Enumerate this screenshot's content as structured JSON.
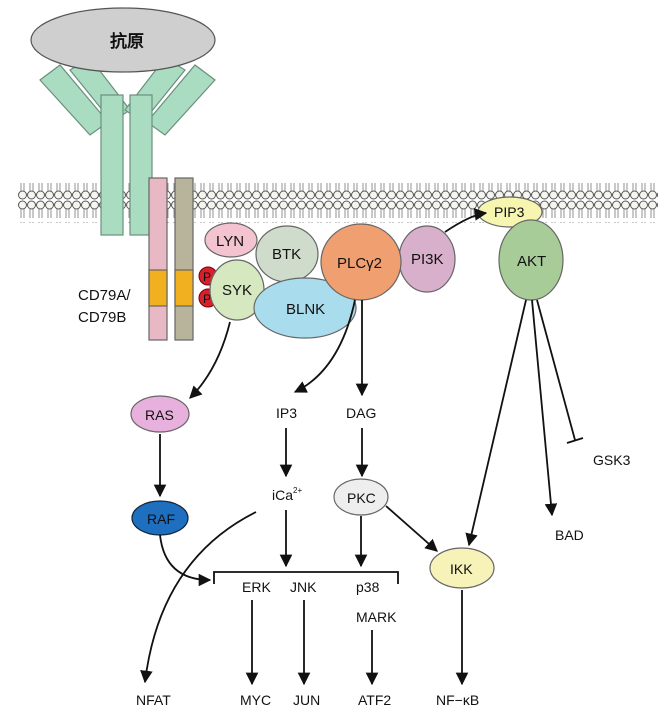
{
  "antigen": {
    "label": "抗原"
  },
  "receptor": {
    "label_line1": "CD79A/",
    "label_line2": "CD79B"
  },
  "phospho": {
    "p1": "P",
    "p2": "P"
  },
  "nodes": {
    "lyn": "LYN",
    "btk": "BTK",
    "syk": "SYK",
    "blnk": "BLNK",
    "plcg2": "PLCγ2",
    "pi3k": "PI3K",
    "pip3": "PIP3",
    "akt": "AKT",
    "ras": "RAS",
    "raf": "RAF",
    "pkc": "PKC",
    "ikk": "IKK"
  },
  "labels": {
    "ip3": "IP3",
    "dag": "DAG",
    "ica": "iCa",
    "ica_sup": "2+",
    "gsk3": "GSK3",
    "bad": "BAD",
    "erk": "ERK",
    "jnk": "JNK",
    "p38": "p38",
    "mark": "MARK",
    "nfat": "NFAT",
    "myc": "MYC",
    "jun": "JUN",
    "atf2": "ATF2",
    "nfkb": "NF−κB"
  },
  "colors": {
    "antigen": "#c8c8c8",
    "antibody": "#a9dcc0",
    "membrane_head": "#f6f6f0",
    "lyn": "#f3c3cf",
    "btk": "#cfdccb",
    "syk": "#d6e8c0",
    "blnk": "#a9dcec",
    "plcg2": "#f0a070",
    "pi3k": "#d8b0cc",
    "pip3": "#f6f6b0",
    "akt": "#a8cc98",
    "ras": "#e8b0dc",
    "raf": "#1e6fc0",
    "pkc": "#eeeeee",
    "ikk": "#f6f2b8",
    "phospho": "#d8202a",
    "cd79a": "#e8b8c4",
    "cd79b": "#b8b49c",
    "itam": "#f0b020"
  }
}
